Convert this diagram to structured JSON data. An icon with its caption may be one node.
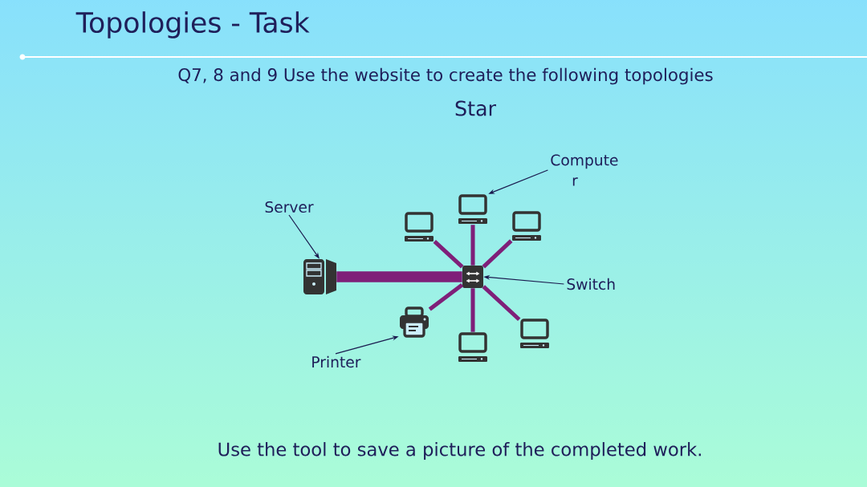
{
  "diagram": {
    "title": "Topologies - Task",
    "nodes": [
      {
        "text": [
          "Server"
        ]
      },
      {
        "text": [
          "Compute r"
        ]
      },
      {
        "text": [
          "Switch"
        ]
      },
      {
        "text": [
          "Printer"
        ]
      },
      {
        "text": [],
        "shape": "server"
      },
      {
        "text": [],
        "shape": "switch"
      },
      {
        "text": [],
        "shape": "printer"
      },
      {
        "text": [],
        "shape": "computer"
      },
      {
        "text": [],
        "shape": "computer"
      },
      {
        "text": [],
        "shape": "computer"
      },
      {
        "text": [],
        "shape": "computer"
      },
      {
        "text": [],
        "shape": "computer"
      }
    ],
    "edges": [
      {
        "from": 0,
        "to": 4,
        "arrow": "to",
        "color": "#1a1a4e"
      },
      {
        "from": 1,
        "to": 8,
        "arrow": "to",
        "color": "#1a1a4e"
      },
      {
        "from": 2,
        "to": 5,
        "arrow": "to",
        "color": "#1a1a4e"
      },
      {
        "from": 3,
        "to": 6,
        "arrow": "to",
        "color": "#1a1a4e"
      },
      {
        "from": 4,
        "to": 5,
        "arrow": "none",
        "style": "thick"
      },
      {
        "from": 5,
        "to": 7,
        "arrow": "none"
      },
      {
        "from": 5,
        "to": 8,
        "arrow": "none"
      },
      {
        "from": 5,
        "to": 9,
        "arrow": "none"
      },
      {
        "from": 5,
        "to": 6,
        "arrow": "none"
      },
      {
        "from": 5,
        "to": 10,
        "arrow": "none"
      },
      {
        "from": 5,
        "to": 11,
        "arrow": "none"
      }
    ],
    "labels": [
      "Q7, 8 and 9 Use the website to create the following topologies",
      "Star",
      "Use the tool to save a picture of the completed work."
    ]
  }
}
